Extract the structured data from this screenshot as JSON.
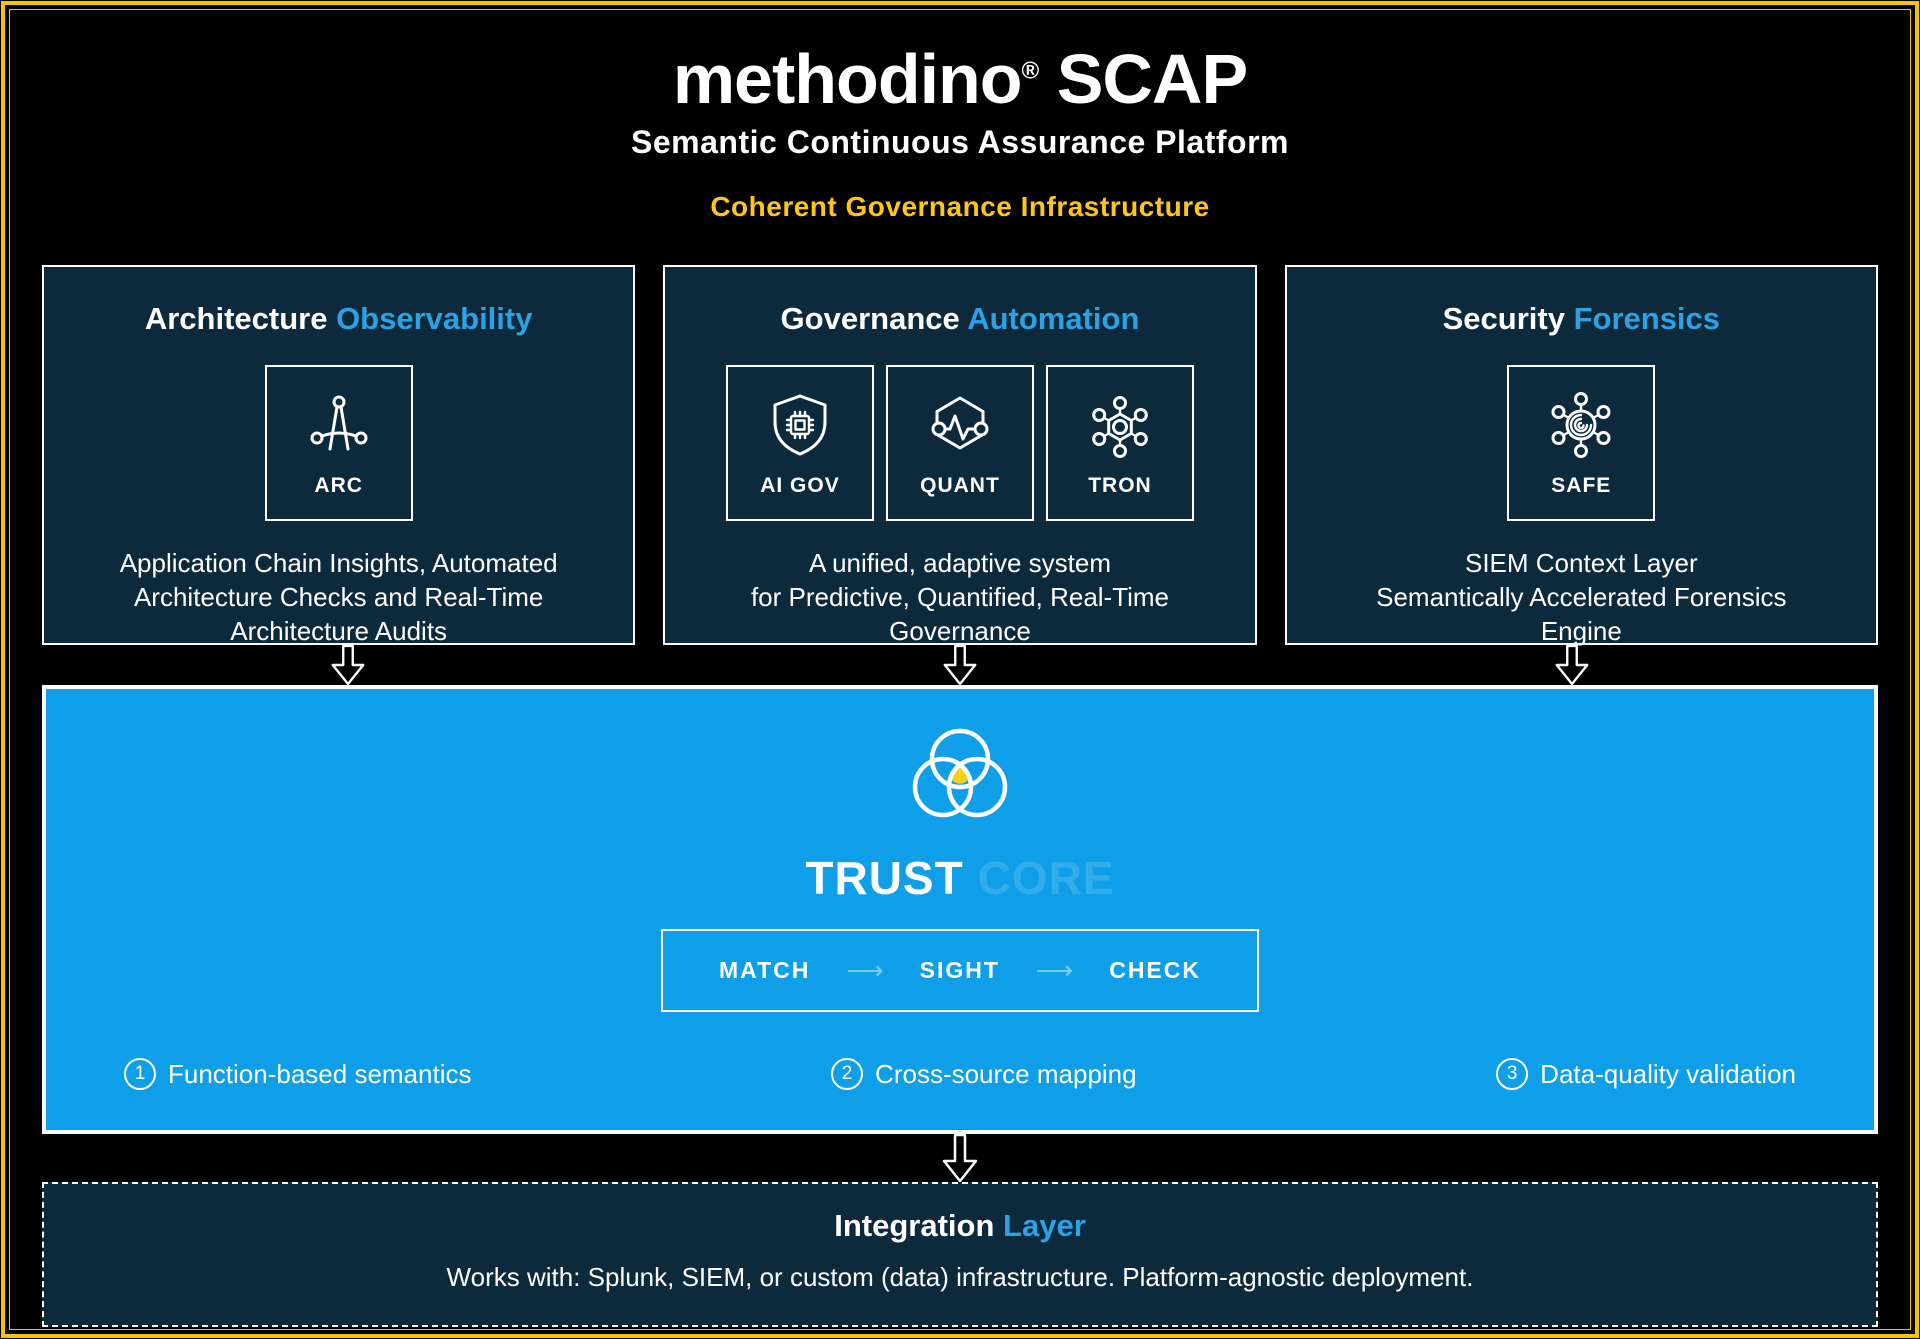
{
  "header": {
    "brand": "methodino",
    "registered": "®",
    "product": "SCAP",
    "subtitle": "Semantic Continuous Assurance Platform",
    "tagline": "Coherent Governance Infrastructure"
  },
  "cards": [
    {
      "title_white": "Architecture",
      "title_blue": "Observability",
      "modules": [
        {
          "icon": "drafting-compass-icon",
          "label": "ARC"
        }
      ],
      "description": "Application Chain Insights, Automated\nArchitecture Checks and Real-Time\nArchitecture Audits"
    },
    {
      "title_white": "Governance",
      "title_blue": "Automation",
      "modules": [
        {
          "icon": "shield-chip-icon",
          "label": "AI GOV"
        },
        {
          "icon": "hexagon-pulse-icon",
          "label": "QUANT"
        },
        {
          "icon": "network-nodes-icon",
          "label": "TRON"
        }
      ],
      "description": "A unified, adaptive system\nfor Predictive, Quantified, Real-Time\nGovernance"
    },
    {
      "title_white": "Security",
      "title_blue": "Forensics",
      "modules": [
        {
          "icon": "fingerprint-network-icon",
          "label": "SAFE"
        }
      ],
      "description": "SIEM Context Layer\nSemantically Accelerated Forensics\nEngine"
    }
  ],
  "trust": {
    "title_main": "TRUST",
    "title_ghost": "CORE",
    "pipeline": [
      "MATCH",
      "SIGHT",
      "CHECK"
    ],
    "pipeline_arrow": "⟶",
    "features": [
      {
        "number": "1",
        "label": "Function-based semantics"
      },
      {
        "number": "2",
        "label": "Cross-source mapping"
      },
      {
        "number": "3",
        "label": "Data-quality validation"
      }
    ]
  },
  "integration": {
    "title_white": "Integration",
    "title_blue": "Layer",
    "description": "Works with: Splunk, SIEM, or custom (data) infrastructure. Platform-agnostic deployment."
  },
  "colors": {
    "accent_blue": "#2aa2e4",
    "panel_navy": "#0d2a3c",
    "trust_blue": "#0f9fe8",
    "gold": "#f5c400",
    "venn_yellow": "#f8ce1d"
  }
}
